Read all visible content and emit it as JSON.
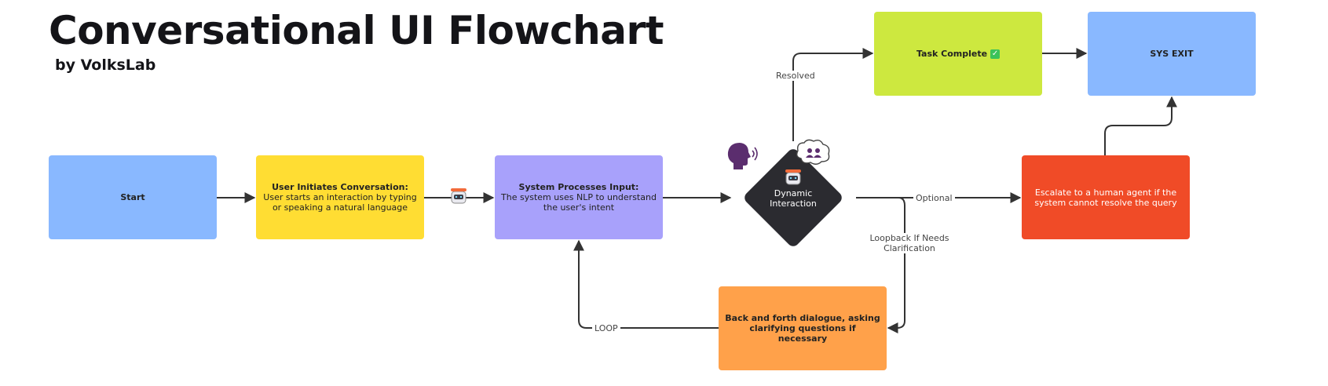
{
  "header": {
    "title": "Conversational UI Flowchart",
    "subtitle": "by VolksLab"
  },
  "nodes": {
    "start": {
      "label": "Start"
    },
    "user": {
      "title": "User Initiates Conversation:",
      "text": "User starts an interaction by typing or speaking a natural language"
    },
    "system": {
      "title": "System Processes Input:",
      "text": "The system uses NLP to understand the user's intent"
    },
    "dynamic": {
      "label": "Dynamic Interaction"
    },
    "task": {
      "label": "Task Complete"
    },
    "exit": {
      "label": "SYS EXIT"
    },
    "escalate": {
      "label": "Escalate to a human agent if the system cannot resolve the query"
    },
    "dialogue": {
      "label": "Back and forth dialogue, asking clarifying questions if necessary"
    }
  },
  "edge_labels": {
    "resolved": "Resolved",
    "optional": "Optional",
    "loopback": "Loopback If Needs Clarification",
    "loop": "LOOP"
  },
  "icons": [
    "robot-icon",
    "speaking-head-icon",
    "people-bubble-icon",
    "check-icon"
  ],
  "colors": {
    "blue": "#89b8ff",
    "yellow": "#ffdd33",
    "purple": "#a8a1fb",
    "lime": "#cde83f",
    "red": "#f04b27",
    "orange": "#ffa14a",
    "diamond": "#2b2b30"
  }
}
